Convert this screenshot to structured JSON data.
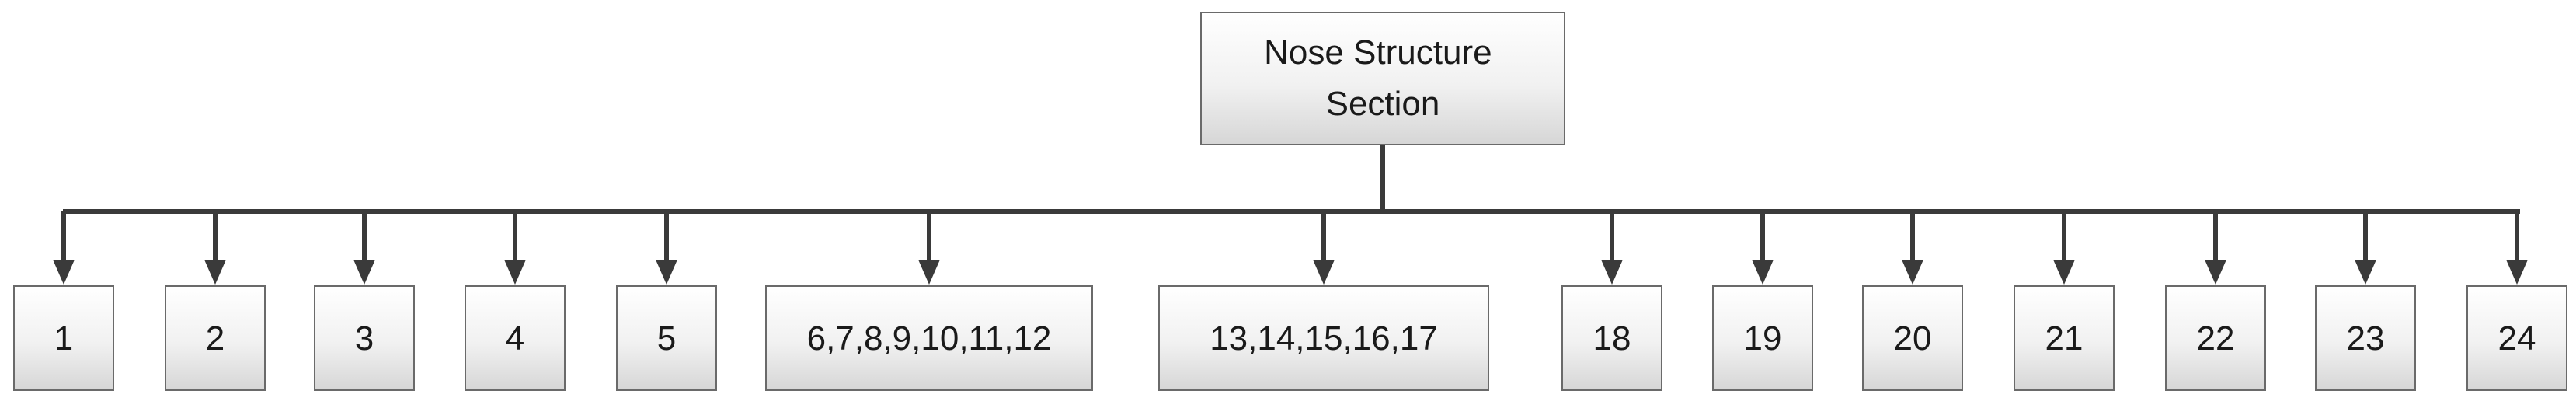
{
  "diagram": {
    "root": {
      "label_lines": [
        "Nose Structure",
        "Section"
      ]
    },
    "children": [
      {
        "label": "1"
      },
      {
        "label": "2"
      },
      {
        "label": "3"
      },
      {
        "label": "4"
      },
      {
        "label": "5"
      },
      {
        "label": "6,7,8,9,10,11,12"
      },
      {
        "label": "13,14,15,16,17"
      },
      {
        "label": "18"
      },
      {
        "label": "19"
      },
      {
        "label": "20"
      },
      {
        "label": "21"
      },
      {
        "label": "22"
      },
      {
        "label": "23"
      },
      {
        "label": "24"
      }
    ]
  }
}
